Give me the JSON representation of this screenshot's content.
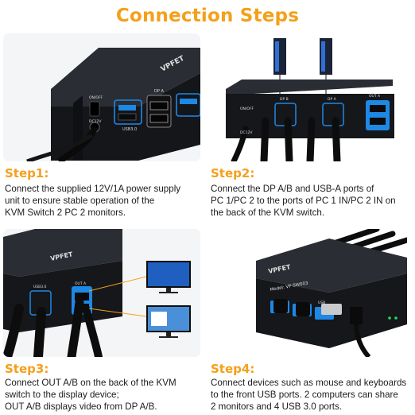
{
  "page_title": "Connection Steps",
  "colors": {
    "accent": "#f5a01a",
    "panel_bg": "#ffffff",
    "device_body": "#1a1c20",
    "port_blue": "#1e88e5"
  },
  "steps": [
    {
      "title": "Step1:",
      "lines": [
        "Connect the supplied 12V/1A power supply",
        "unit to ensure stable operation of the",
        "KVM Switch 2 PC 2 monitors."
      ]
    },
    {
      "title": "Step2:",
      "lines": [
        "Connect the DP A/B and USB-A ports of",
        "PC 1/PC 2 to the ports of PC 1 IN/PC 2 IN on",
        "the back of the KVM switch."
      ]
    },
    {
      "title": "Step3:",
      "lines": [
        "Connect OUT A/B on the back of the KVM",
        "switch to the display device;",
        "OUT A/B displays video from DP A/B."
      ]
    },
    {
      "title": "Step4:",
      "lines": [
        "Connect devices such as mouse and keyboards",
        "to the front USB ports. 2 computers can share",
        "2 monitors and 4 USB 3.0 ports."
      ]
    }
  ],
  "device_labels": {
    "brand": "VPFET",
    "model": "Model: VP-SW003",
    "on_off": "ON/OFF",
    "dc12v": "DC12V",
    "dp_a": "DP A",
    "dp_b": "DP B",
    "out_a": "OUT A",
    "usb30": "USB3.0",
    "usb": "USB"
  }
}
